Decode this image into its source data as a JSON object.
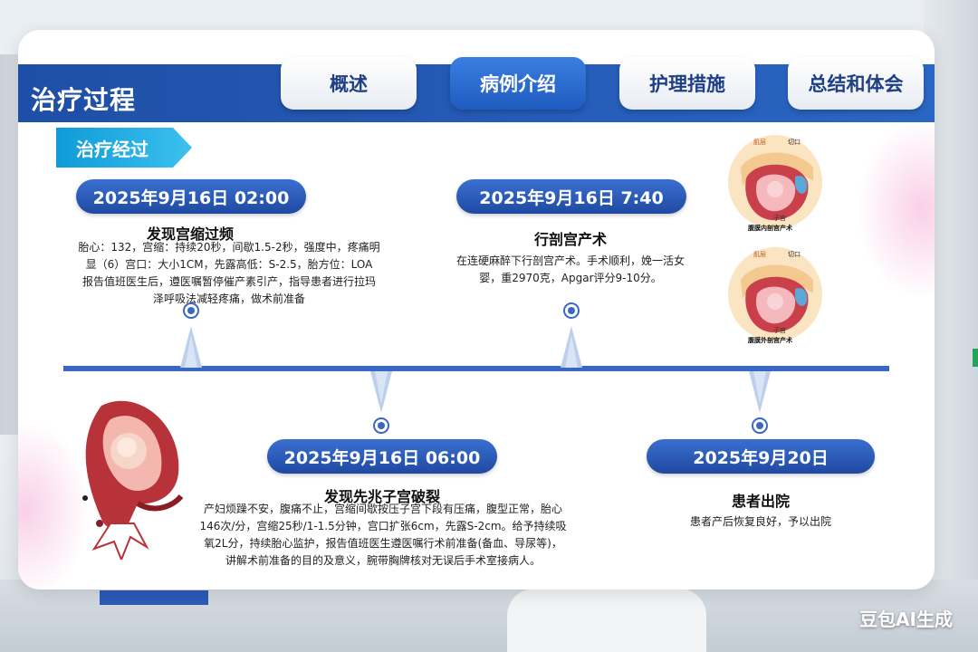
{
  "header": {
    "title": "治疗过程"
  },
  "tabs": [
    {
      "label": "概述",
      "active": false
    },
    {
      "label": "病例介绍",
      "active": true
    },
    {
      "label": "护理措施",
      "active": false
    },
    {
      "label": "总结和体会",
      "active": false
    }
  ],
  "section": {
    "title": "治疗经过"
  },
  "events": [
    {
      "date": "2025年9月16日 02:00",
      "title": "发现宫缩过频",
      "lines": [
        "胎心：132，宫缩：持续20秒，间歇1.5-2秒，强度中，疼痛明",
        "显（6）宫口：大小1CM，先露高低：S-2.5，胎方位：LOA",
        "报告值班医生后，遵医嘱暂停催产素引产，指导患者进行拉玛",
        "泽呼吸法减轻疼痛，做术前准备"
      ]
    },
    {
      "date": "2025年9月16日 7:40",
      "title": "行剖宫产术",
      "lines": [
        "在连硬麻醉下行剖宫产术。手术顺利，娩一活女",
        "婴，重2970克，Apgar评分9-10分。"
      ]
    },
    {
      "date": "2025年9月16日 06:00",
      "title": "发现先兆子宫破裂",
      "lines": [
        "产妇烦躁不安，腹痛不止，宫缩间歇按压子宫下段有压痛，腹型正常，胎心",
        "146次/分，宫缩25秒/1-1.5分钟，宫口扩张6cm，先露S-2cm。给予持续吸",
        "氧2L分，持续胎心监护，报告值班医生遵医嘱行术前准备(备血、导尿等)，",
        "讲解术前准备的目的及意义，腕带胸牌核对无误后手术室接病人。"
      ]
    },
    {
      "date": "2025年9月20日",
      "title": "患者出院",
      "lines": [
        "患者产后恢复良好，予以出院"
      ]
    }
  ],
  "illustrations": {
    "top": {
      "labels": [
        "肌层",
        "切口",
        "子宫"
      ],
      "caption": "腹膜内剖宫产术"
    },
    "bottom": {
      "labels": [
        "肌层",
        "切口",
        "子宫"
      ],
      "caption": "腹膜外剖宫产术"
    }
  },
  "watermark": "豆包AI生成",
  "colors": {
    "primary": "#1e4fa6",
    "accent": "#0f9bd8",
    "timeline": "#3a67c2"
  }
}
